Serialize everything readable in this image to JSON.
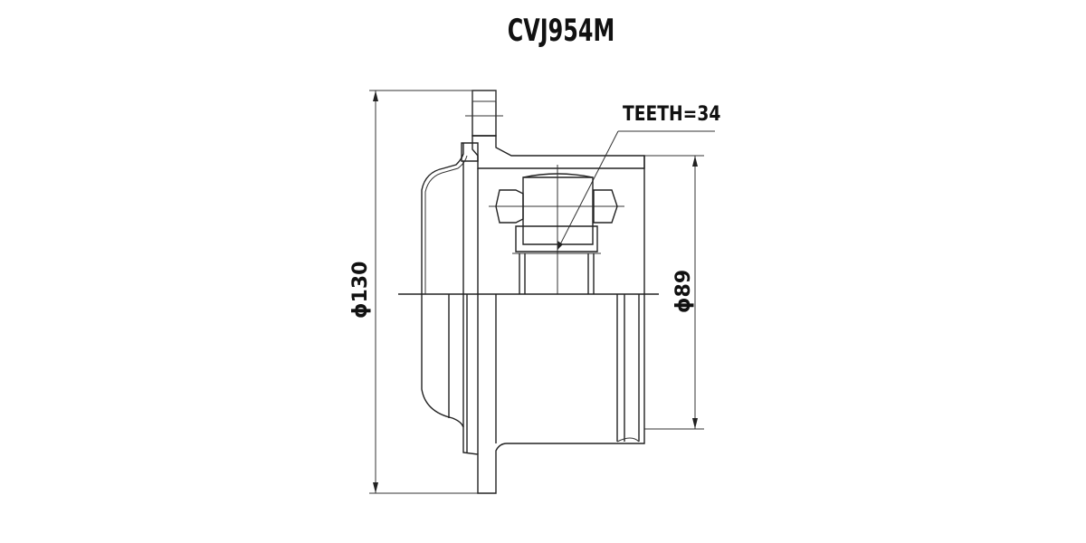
{
  "drawing": {
    "part_number": "CVJ954M",
    "annotations": {
      "teeth": "TEETH=34",
      "outer_diameter": "ϕ130",
      "inner_diameter": "ϕ89"
    },
    "colors": {
      "line": "#222222",
      "background": "#ffffff"
    }
  }
}
